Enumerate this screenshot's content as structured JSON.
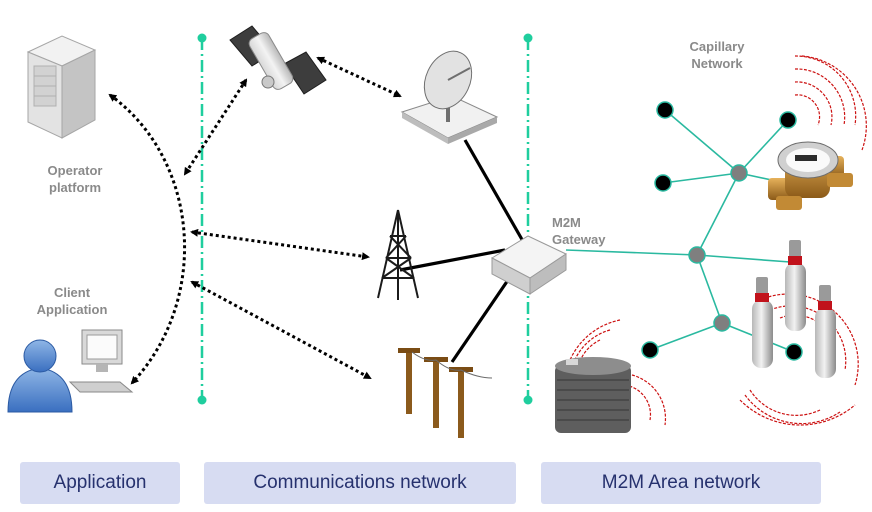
{
  "labels": {
    "operator_platform": "Operator\nplatform",
    "client_application": "Client\nApplication",
    "m2m_gateway": "M2M\nGateway",
    "capillary_network": "Capillary\nNetwork"
  },
  "sections": {
    "application": "Application",
    "communications": "Communications network",
    "m2m_area": "M2M Area network"
  },
  "icons": {
    "operator": "server-icon",
    "client": "user-computer-icon",
    "satellite": "satellite-icon",
    "dish": "satellite-dish-icon",
    "tower": "radio-tower-icon",
    "poles": "utility-pole-icon",
    "gateway": "gateway-icon",
    "water_meter": "water-meter-icon",
    "gas_cylinders": "gas-cylinder-icon",
    "tank": "tank-sensor-icon"
  },
  "colors": {
    "boundary_line": "#1fce9e",
    "capillary_link": "#2ab9a0",
    "section_bar": "#d7dcf2",
    "section_text": "#26316e",
    "label_text": "#8a8a8a",
    "radio_wave": "#cc1111"
  }
}
